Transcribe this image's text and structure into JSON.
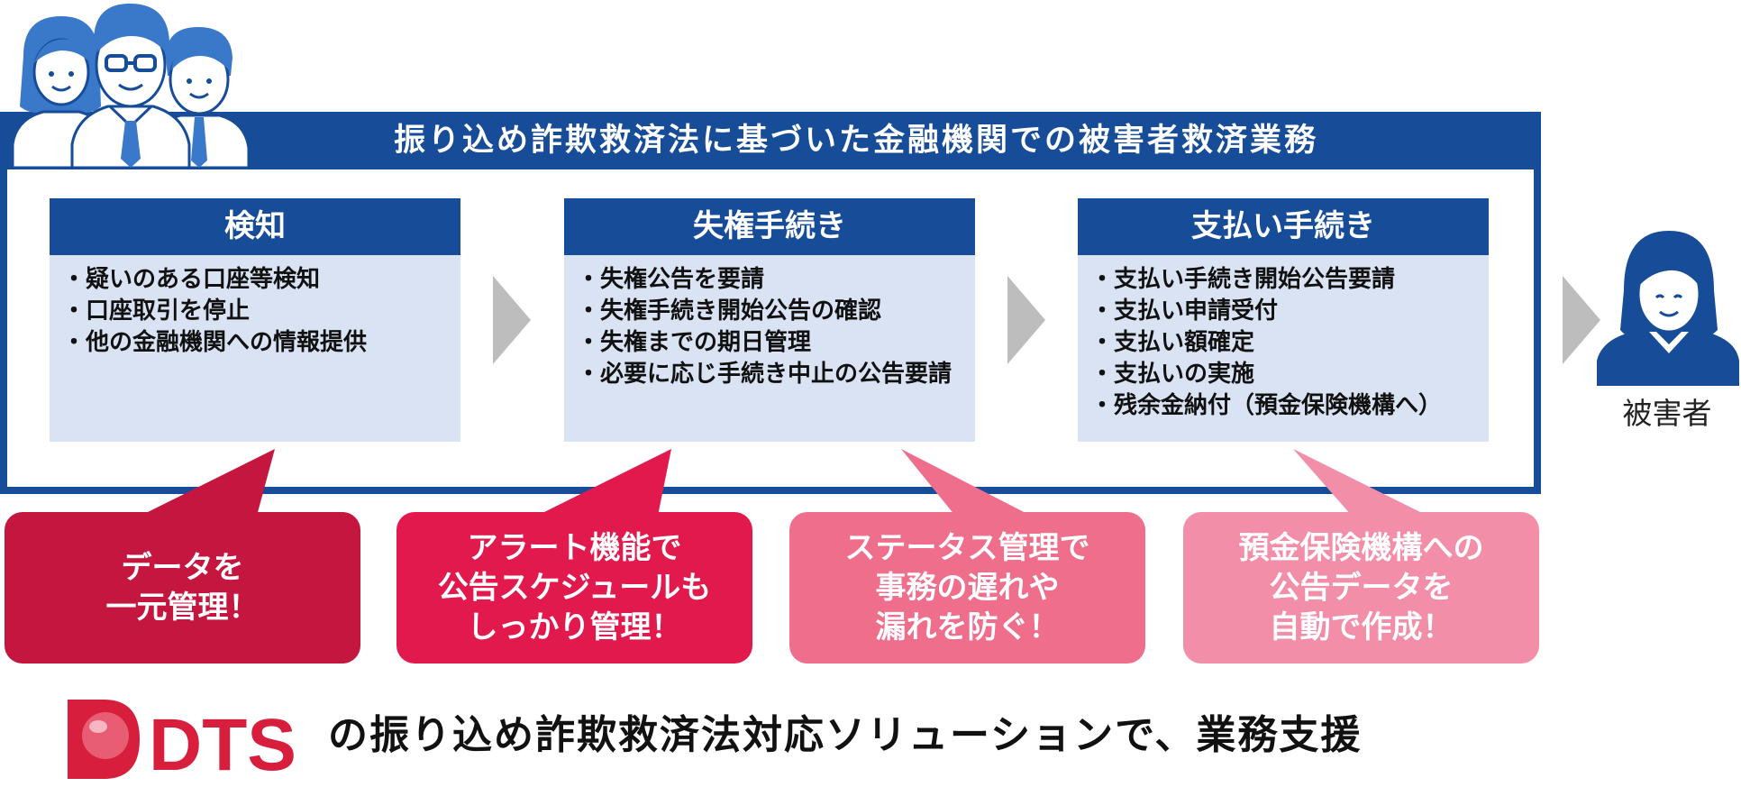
{
  "frame": {
    "title": "振り込め詐欺救済法に基づいた金融機関での被害者救済業務"
  },
  "steps": [
    {
      "title": "検知",
      "items": [
        "疑いのある口座等検知",
        "口座取引を停止",
        "他の金融機関への情報提供"
      ]
    },
    {
      "title": "失権手続き",
      "items": [
        "失権公告を要請",
        "失権手続き開始公告の確認",
        "失権までの期日管理",
        "必要に応じ手続き中止の公告要請"
      ]
    },
    {
      "title": "支払い手続き",
      "items": [
        "支払い手続き開始公告要請",
        "支払い申請受付",
        "支払い額確定",
        "支払いの実施",
        "残余金納付（預金保険機構へ）"
      ]
    }
  ],
  "victim": {
    "label": "被害者"
  },
  "bubbles": [
    {
      "lines": [
        "データを",
        "一元管理！"
      ],
      "color": "#c4163f"
    },
    {
      "lines": [
        "アラート機能で",
        "公告スケジュールも",
        "しっかり管理！"
      ],
      "color": "#e2194c"
    },
    {
      "lines": [
        "ステータス管理で",
        "事務の遅れや",
        "漏れを防ぐ！"
      ],
      "color": "#ee6e8c"
    },
    {
      "lines": [
        "預金保険機構への",
        "公告データを",
        "自動で作成！"
      ],
      "color": "#f28ea8"
    }
  ],
  "footer": {
    "logo_text": "DTS",
    "tagline": "の振り込め詐欺救済法対応ソリューションで、業務支援"
  },
  "colors": {
    "navy": "#174c98",
    "step_body": "#dae3f3",
    "arrow": "#bdbdbd",
    "logo_red": "#d71e3c"
  },
  "icons": [
    "staff-group-icon",
    "victim-person-icon",
    "dts-logo-icon"
  ]
}
